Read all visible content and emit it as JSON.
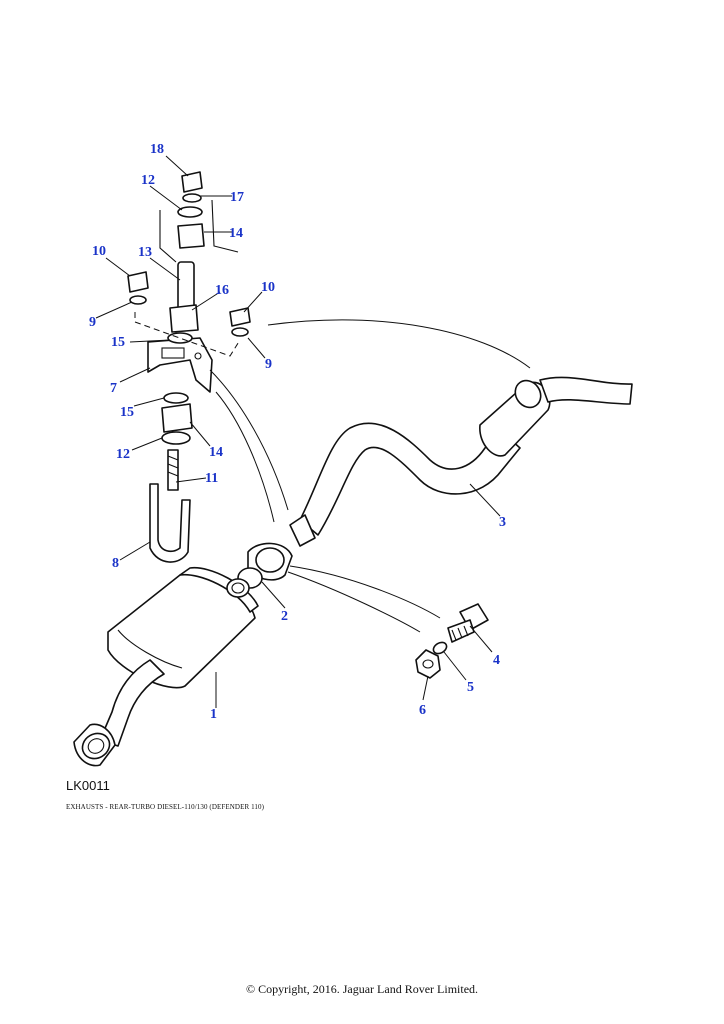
{
  "figure_code": "LK0011",
  "caption": "EXHAUSTS - REAR-TURBO DIESEL-110/130 (DEFENDER 110)",
  "copyright": "© Copyright, 2016. Jaguar Land Rover Limited.",
  "callout_color": "#1a33c8",
  "callouts": [
    "1",
    "2",
    "3",
    "4",
    "5",
    "6",
    "7",
    "8",
    "9",
    "9",
    "10",
    "10",
    "11",
    "12",
    "12",
    "13",
    "14",
    "14",
    "15",
    "15",
    "16",
    "17",
    "18"
  ]
}
